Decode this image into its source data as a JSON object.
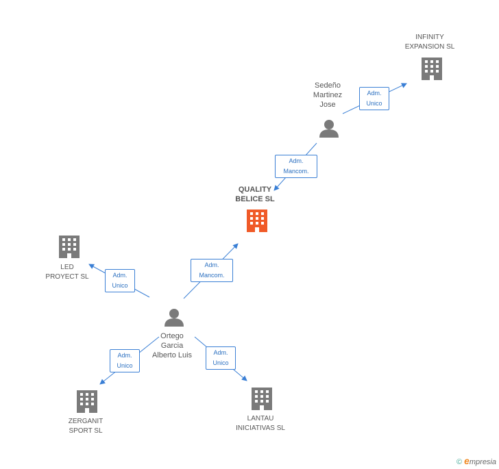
{
  "colors": {
    "edge": "#3a7fd5",
    "node_gray": "#7a7a7a",
    "node_main": "#f05a28"
  },
  "nodes": {
    "infinity": {
      "label": "INFINITY\nEXPANSION SL",
      "type": "company",
      "icon": "building-icon"
    },
    "sedeno": {
      "label": "Sedeño\nMartinez\nJose",
      "type": "person",
      "icon": "person-icon"
    },
    "quality": {
      "label": "QUALITY\nBELICE SL",
      "type": "company-main",
      "icon": "building-icon"
    },
    "led": {
      "label": "LED\nPROYECT SL",
      "type": "company",
      "icon": "building-icon"
    },
    "ortega": {
      "label": "Ortego\nGarcia\nAlberto Luis",
      "type": "person",
      "icon": "person-icon"
    },
    "zerganit": {
      "label": "ZERGANIT\nSPORT SL",
      "type": "company",
      "icon": "building-icon"
    },
    "lantau": {
      "label": "LANTAU\nINICIATIVAS SL",
      "type": "company",
      "icon": "building-icon"
    }
  },
  "edges": [
    {
      "id": "sedeno-infinity",
      "label": "Adm.\nUnico"
    },
    {
      "id": "sedeno-quality",
      "label": "Adm.\nMancom."
    },
    {
      "id": "ortega-quality",
      "label": "Adm.\nMancom."
    },
    {
      "id": "ortega-led",
      "label": "Adm.\nUnico"
    },
    {
      "id": "ortega-zerganit",
      "label": "Adm.\nUnico"
    },
    {
      "id": "ortega-lantau",
      "label": "Adm.\nUnico"
    }
  ],
  "footer": {
    "copyright": "©",
    "brand_e": "e",
    "brand_rest": "mpresia"
  }
}
